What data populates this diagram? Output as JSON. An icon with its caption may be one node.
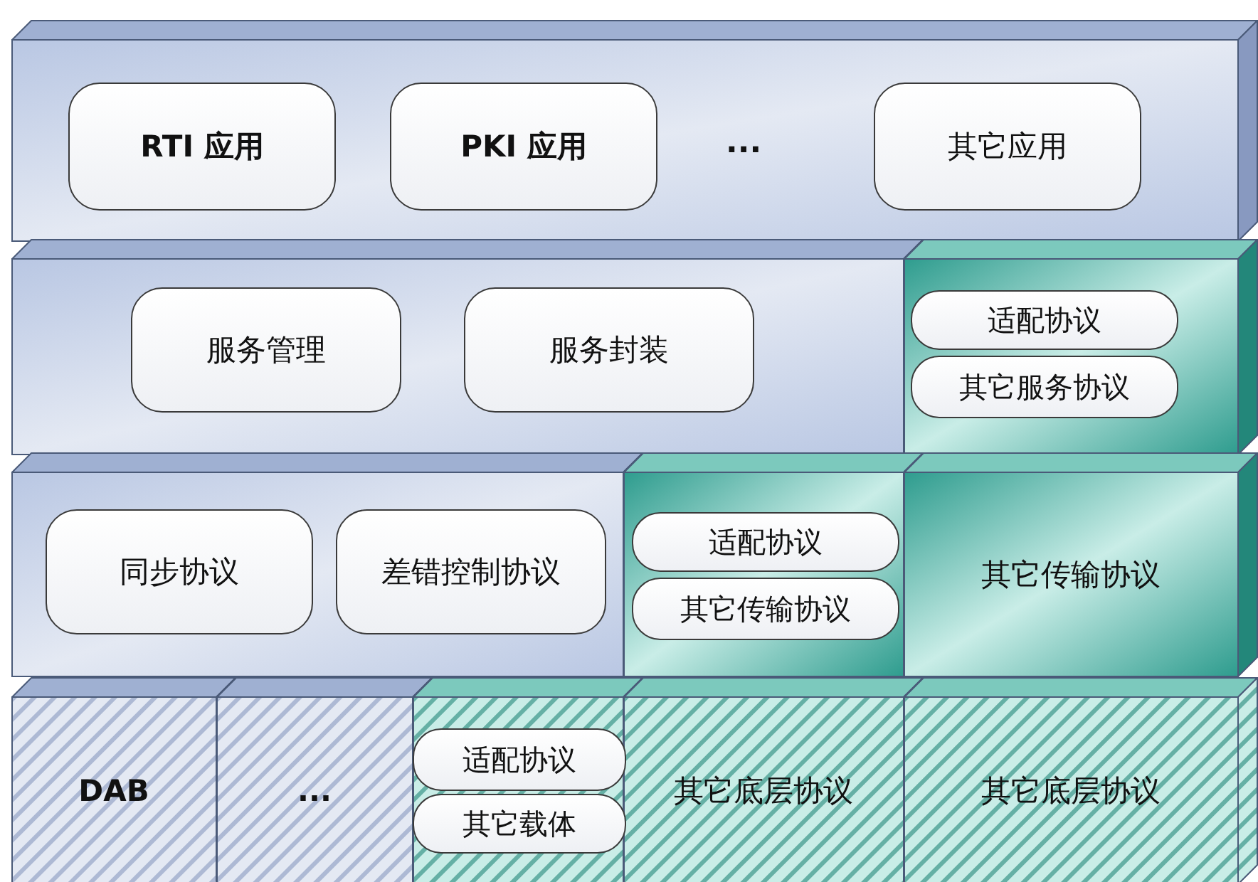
{
  "diagram": {
    "nodes": [
      {
        "text": [],
        "shape": "box"
      },
      {
        "text": [
          "RTI 应用"
        ],
        "in": 0
      },
      {
        "text": [
          "PKI 应用"
        ],
        "in": 0
      },
      {
        "text": [
          "其它应用"
        ],
        "in": 0
      },
      {
        "text": [],
        "shape": "box"
      },
      {
        "text": [
          "服务管理"
        ],
        "in": 4
      },
      {
        "text": [
          "服务封装"
        ],
        "in": 4
      },
      {
        "text": [],
        "shape": "box"
      },
      {
        "text": [
          "适配协议"
        ],
        "in": 7
      },
      {
        "text": [
          "其它服务协议"
        ],
        "in": 7
      },
      {
        "text": [],
        "shape": "box"
      },
      {
        "text": [
          "同步协议"
        ],
        "in": 10
      },
      {
        "text": [
          "差错控制协议"
        ],
        "in": 10
      },
      {
        "text": [],
        "shape": "box"
      },
      {
        "text": [
          "适配协议"
        ],
        "in": 13
      },
      {
        "text": [
          "其它传输协议"
        ],
        "in": 13
      },
      {
        "text": [
          "其它传输协议"
        ]
      },
      {
        "text": [
          "DAB"
        ]
      },
      {
        "text": [
          "..."
        ]
      },
      {
        "text": [],
        "shape": "box"
      },
      {
        "text": [
          "适配协议"
        ],
        "in": 19
      },
      {
        "text": [
          "其它载体"
        ],
        "in": 19
      },
      {
        "text": [
          "其它底层协议"
        ]
      },
      {
        "text": [
          "其它底层协议"
        ]
      }
    ],
    "edges": [],
    "labels": [
      "..."
    ]
  }
}
